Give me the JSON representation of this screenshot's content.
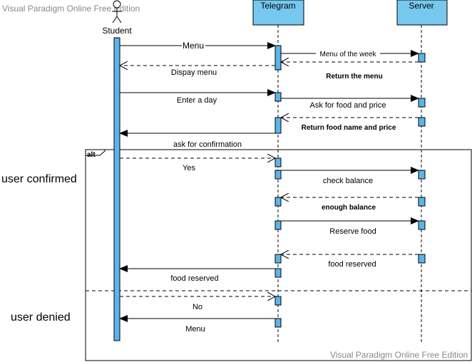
{
  "watermark_top": "Visual Paradigm Online Free Edition",
  "watermark_bottom": "Visual Paradigm Online Free Edition",
  "actor": {
    "label": "Student"
  },
  "participants": {
    "telegram": "Telegram",
    "server": "Server"
  },
  "fragment": {
    "label": "alt",
    "guard_1": "user confirmed",
    "guard_2": "user denied"
  },
  "messages": {
    "menu": "Menu",
    "menu_of_week": "Menu of the week",
    "display_menu": "Dispay menu",
    "return_menu": "Return the menu",
    "enter_day": "Enter a day",
    "ask_food_price": "Ask for food and price",
    "return_food_name": "Return food name and price",
    "ask_confirmation": "ask for confirmation",
    "yes": "Yes",
    "check_balance": "check balance",
    "enough_balance": "enough balance",
    "reserve_food": "Reserve food",
    "food_reserved_server": "food reserved",
    "food_reserved_student": "food reserved",
    "no": "No",
    "menu_again": "Menu"
  },
  "colors": {
    "activation_fill": "#5bb5e8",
    "header_fill": "#77c8ee",
    "line": "#000000"
  }
}
